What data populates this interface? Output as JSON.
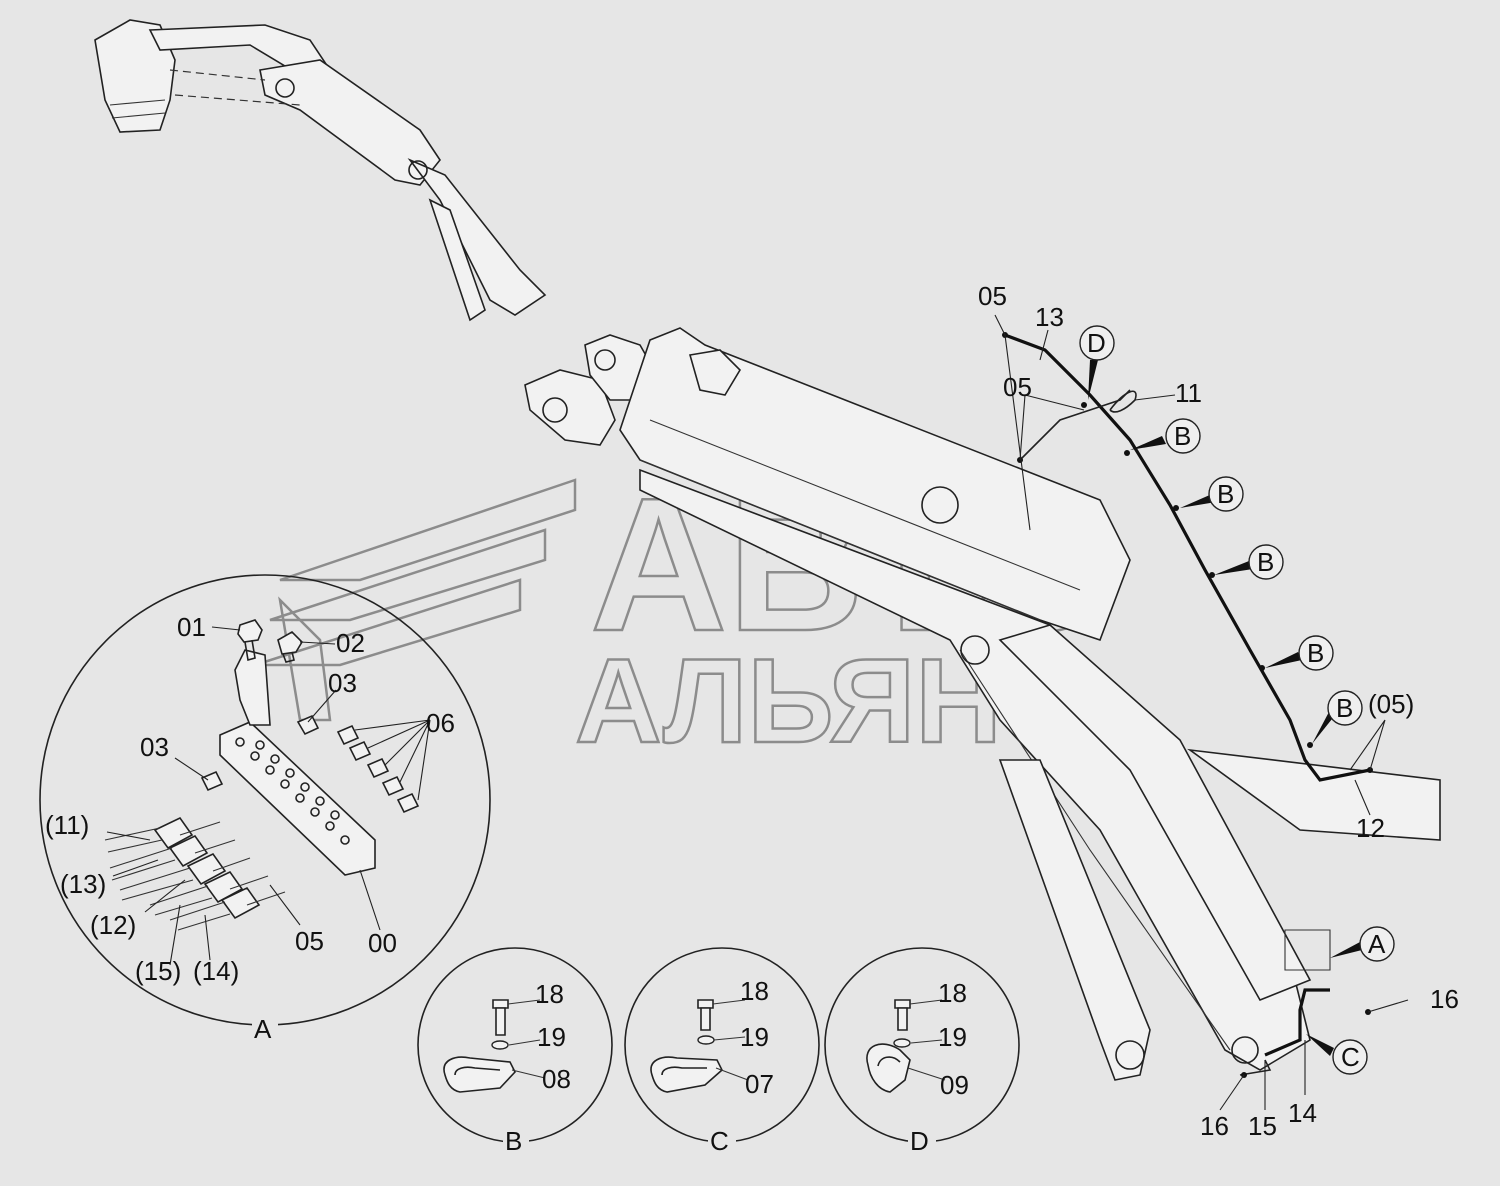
{
  "watermark": {
    "line1": "АВТО",
    "line2": "АЛЬЯНС"
  },
  "labels": {
    "l05a": "05",
    "l13": "13",
    "lD": "D",
    "l05b": "05",
    "l11": "11",
    "lB1": "B",
    "lB2": "B",
    "lB3": "B",
    "lB4": "B",
    "lB5": "B",
    "l05c": "(05)",
    "l12": "12",
    "lA": "A",
    "l16a": "16",
    "lC": "C",
    "l16b": "16",
    "l15": "15",
    "l14": "14",
    "d01": "01",
    "d02": "02",
    "d03a": "03",
    "d06": "06",
    "d03b": "03",
    "d11": "(11)",
    "d13": "(13)",
    "d12": "(12)",
    "d15": "(15)",
    "d14": "(14)",
    "d05": "05",
    "d00": "00",
    "detailA": "A",
    "b18": "18",
    "b19": "19",
    "b08": "08",
    "detailB": "B",
    "c18": "18",
    "c19": "19",
    "c07": "07",
    "detailC": "C",
    "e18": "18",
    "e19": "19",
    "e09": "09",
    "detailD": "D"
  },
  "colors": {
    "background": "#e6e6e6",
    "line": "#222222",
    "watermark": "#8c8c8c"
  }
}
